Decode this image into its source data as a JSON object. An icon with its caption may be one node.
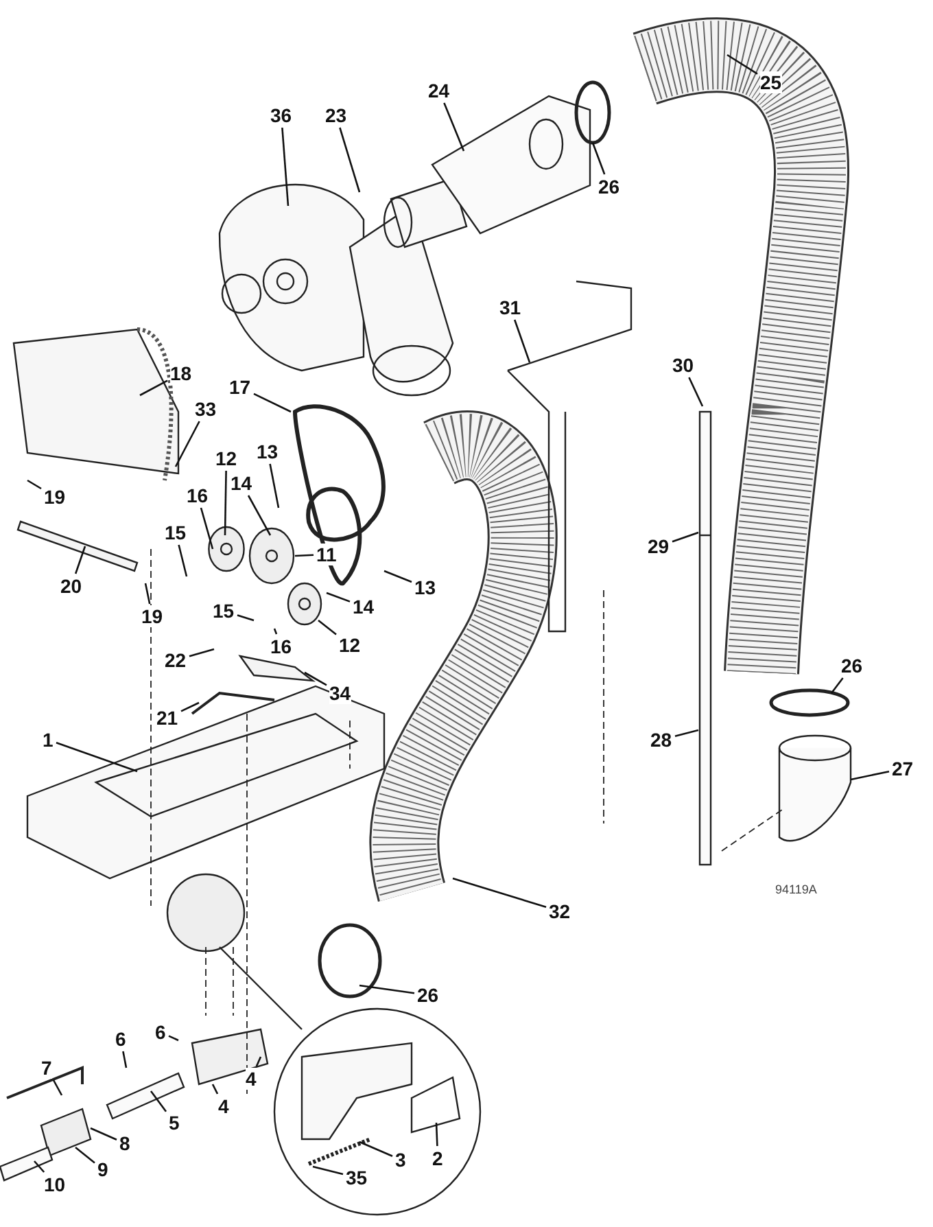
{
  "diagram": {
    "nodes": [
      {
        "text": [
          "36"
        ]
      },
      {
        "text": [
          "23"
        ]
      },
      {
        "text": [
          "24"
        ]
      },
      {
        "text": [
          "26"
        ]
      },
      {
        "text": [
          "25"
        ]
      },
      {
        "text": [
          "31"
        ]
      },
      {
        "text": [
          "18"
        ]
      },
      {
        "text": [
          "17"
        ]
      },
      {
        "text": [
          "30"
        ]
      },
      {
        "text": [
          "33"
        ]
      },
      {
        "text": [
          "13"
        ]
      },
      {
        "text": [
          "12"
        ]
      },
      {
        "text": [
          "14"
        ]
      },
      {
        "text": [
          "19"
        ]
      },
      {
        "text": [
          "16"
        ]
      },
      {
        "text": [
          "15"
        ]
      },
      {
        "text": [
          "29"
        ]
      },
      {
        "text": [
          "11"
        ]
      },
      {
        "text": [
          "20"
        ]
      },
      {
        "text": [
          "13"
        ]
      },
      {
        "text": [
          "19"
        ]
      },
      {
        "text": [
          "14"
        ]
      },
      {
        "text": [
          "15"
        ]
      },
      {
        "text": [
          "16"
        ]
      },
      {
        "text": [
          "12"
        ]
      },
      {
        "text": [
          "22"
        ]
      },
      {
        "text": [
          "34"
        ]
      },
      {
        "text": [
          "21"
        ]
      },
      {
        "text": [
          "26"
        ]
      },
      {
        "text": [
          "1"
        ]
      },
      {
        "text": [
          "28"
        ]
      },
      {
        "text": [
          "27"
        ]
      },
      {
        "text": [
          "32"
        ]
      },
      {
        "text": [
          "26"
        ]
      },
      {
        "text": [
          "6"
        ]
      },
      {
        "text": [
          "6"
        ]
      },
      {
        "text": [
          "4"
        ]
      },
      {
        "text": [
          "4"
        ]
      },
      {
        "text": [
          "7"
        ]
      },
      {
        "text": [
          "2"
        ]
      },
      {
        "text": [
          "8"
        ]
      },
      {
        "text": [
          "5"
        ]
      },
      {
        "text": [
          "9"
        ]
      },
      {
        "text": [
          "3"
        ]
      },
      {
        "text": [
          "35"
        ]
      },
      {
        "text": [
          "10"
        ]
      }
    ],
    "edges": [
      {
        "from": 0,
        "to": null,
        "arrow": "none"
      },
      {
        "from": 1,
        "to": null,
        "arrow": "none"
      },
      {
        "from": 2,
        "to": null,
        "arrow": "none"
      },
      {
        "from": 3,
        "to": null,
        "arrow": "none"
      },
      {
        "from": 4,
        "to": null,
        "arrow": "none"
      },
      {
        "from": 5,
        "to": null,
        "arrow": "none"
      },
      {
        "from": 6,
        "to": null,
        "arrow": "none"
      },
      {
        "from": 7,
        "to": null,
        "arrow": "none"
      },
      {
        "from": 8,
        "to": null,
        "arrow": "none"
      },
      {
        "from": 9,
        "to": null,
        "arrow": "none"
      },
      {
        "from": 10,
        "to": null,
        "arrow": "none"
      },
      {
        "from": 11,
        "to": null,
        "arrow": "none"
      },
      {
        "from": 12,
        "to": null,
        "arrow": "none"
      },
      {
        "from": 13,
        "to": null,
        "arrow": "none"
      },
      {
        "from": 14,
        "to": null,
        "arrow": "none"
      },
      {
        "from": 15,
        "to": null,
        "arrow": "none"
      },
      {
        "from": 16,
        "to": null,
        "arrow": "none"
      },
      {
        "from": 17,
        "to": null,
        "arrow": "none"
      },
      {
        "from": 18,
        "to": null,
        "arrow": "none"
      },
      {
        "from": 19,
        "to": null,
        "arrow": "none"
      },
      {
        "from": 20,
        "to": null,
        "arrow": "none"
      },
      {
        "from": 21,
        "to": null,
        "arrow": "none"
      },
      {
        "from": 22,
        "to": null,
        "arrow": "none"
      },
      {
        "from": 23,
        "to": null,
        "arrow": "none"
      },
      {
        "from": 24,
        "to": null,
        "arrow": "none"
      },
      {
        "from": 25,
        "to": null,
        "arrow": "none"
      },
      {
        "from": 26,
        "to": null,
        "arrow": "none"
      },
      {
        "from": 27,
        "to": null,
        "arrow": "none"
      },
      {
        "from": 28,
        "to": null,
        "arrow": "none"
      },
      {
        "from": 29,
        "to": null,
        "arrow": "none"
      },
      {
        "from": 30,
        "to": null,
        "arrow": "none"
      },
      {
        "from": 31,
        "to": null,
        "arrow": "none"
      },
      {
        "from": 32,
        "to": null,
        "arrow": "none"
      },
      {
        "from": 33,
        "to": null,
        "arrow": "none"
      },
      {
        "from": 34,
        "to": null,
        "arrow": "none"
      },
      {
        "from": 35,
        "to": null,
        "arrow": "none"
      },
      {
        "from": 36,
        "to": null,
        "arrow": "none"
      },
      {
        "from": 37,
        "to": null,
        "arrow": "none"
      },
      {
        "from": 38,
        "to": null,
        "arrow": "none"
      },
      {
        "from": 39,
        "to": null,
        "arrow": "none"
      },
      {
        "from": 40,
        "to": null,
        "arrow": "none"
      },
      {
        "from": 41,
        "to": null,
        "arrow": "none"
      },
      {
        "from": 42,
        "to": null,
        "arrow": "none"
      },
      {
        "from": 43,
        "to": null,
        "arrow": "none"
      },
      {
        "from": 44,
        "to": null,
        "arrow": "none"
      },
      {
        "from": 45,
        "to": null,
        "arrow": "none"
      }
    ],
    "labels": [
      "94119A"
    ]
  }
}
